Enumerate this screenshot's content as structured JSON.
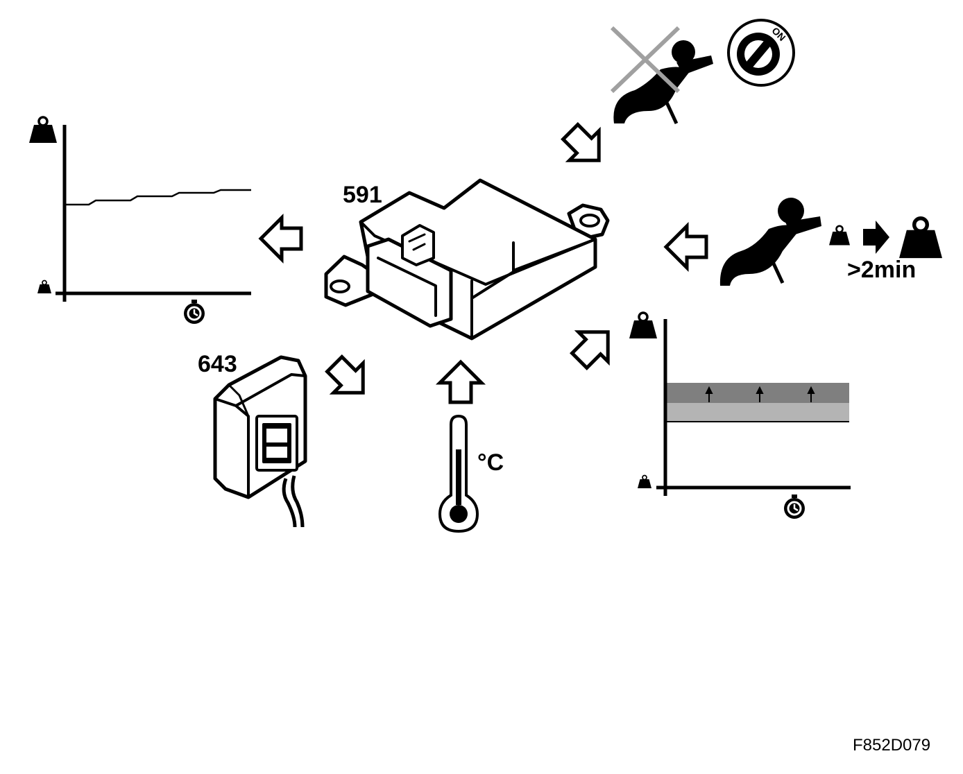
{
  "labels": {
    "control_module": "591",
    "seat_belt_sensor": "643",
    "temperature_unit": "°C",
    "duration": ">2min",
    "ignition_switch": "ON"
  },
  "figure_id": "F852D079",
  "icons": [
    "weight-icon",
    "clock-icon",
    "occupant-crossed-out-icon",
    "ignition-key-icon",
    "seated-occupant-icon",
    "thermometer-icon",
    "right-arrow-icon",
    "hollow-arrow-icon"
  ],
  "colors": {
    "line": "#000000",
    "band_dark": "#7f7f7f",
    "band_light": "#b4b4b4",
    "cross": "#a0a0a0",
    "module_fill": "#ffffff"
  }
}
